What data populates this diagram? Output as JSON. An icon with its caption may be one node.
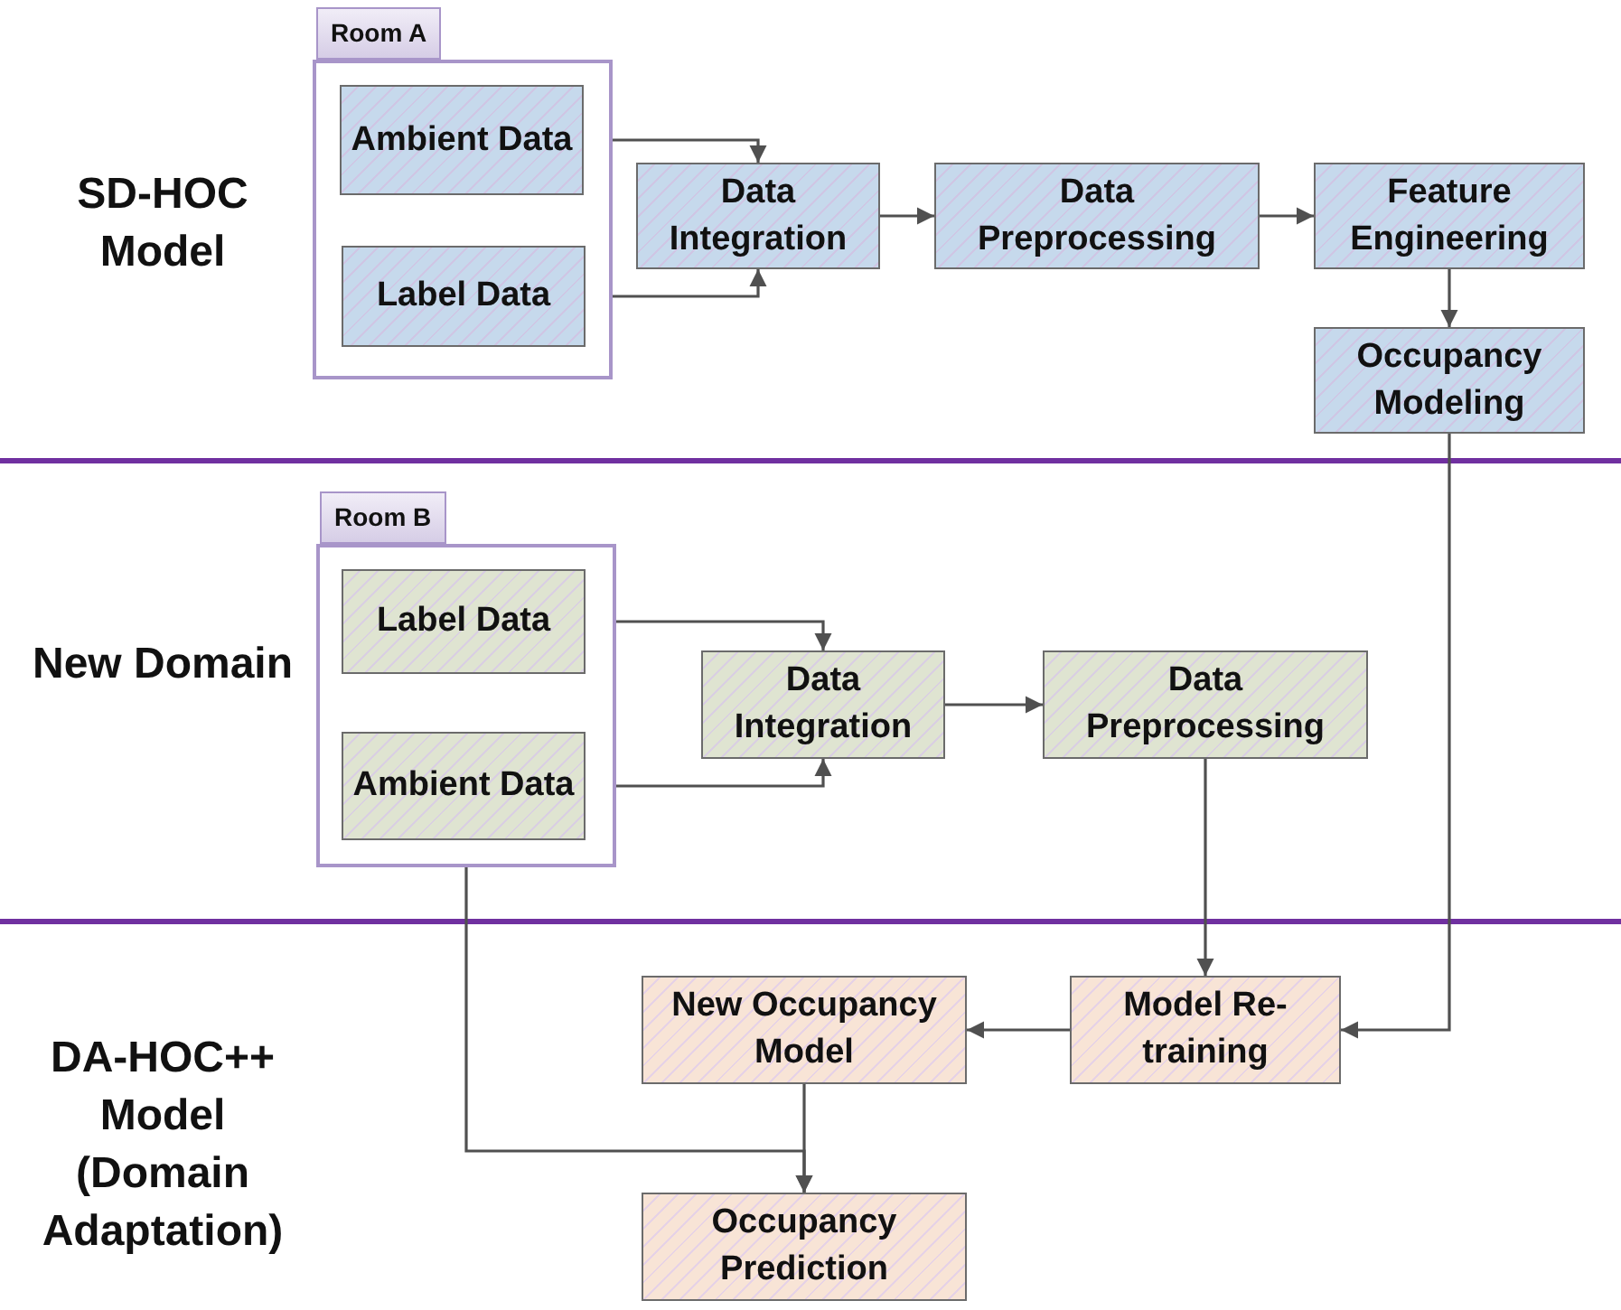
{
  "diagram": {
    "nodes": [
      {
        "text": [
          "Room A"
        ]
      },
      {
        "text": [
          "Ambient Data"
        ],
        "in": 0
      },
      {
        "text": [
          "Label Data"
        ],
        "in": 0
      },
      {
        "text": [
          "Data Integration"
        ]
      },
      {
        "text": [
          "Data Preprocessing"
        ]
      },
      {
        "text": [
          "Feature Engineering"
        ]
      },
      {
        "text": [
          "Occupancy Modeling"
        ]
      },
      {
        "text": [
          "Room B"
        ]
      },
      {
        "text": [
          "Label Data"
        ],
        "in": 7
      },
      {
        "text": [
          "Ambient Data"
        ],
        "in": 7
      },
      {
        "text": [
          "Data Integration"
        ]
      },
      {
        "text": [
          "Data Preprocessing"
        ]
      },
      {
        "text": [
          "Model Re-training"
        ]
      },
      {
        "text": [
          "New Occupancy Model"
        ]
      },
      {
        "text": [
          "Occupancy Prediction"
        ]
      }
    ],
    "edges": [
      {
        "from": 1,
        "to": 3,
        "arrow": "to"
      },
      {
        "from": 2,
        "to": 3,
        "arrow": "to"
      },
      {
        "from": 3,
        "to": 4,
        "arrow": "to"
      },
      {
        "from": 4,
        "to": 5,
        "arrow": "to"
      },
      {
        "from": 5,
        "to": 6,
        "arrow": "to"
      },
      {
        "from": 6,
        "to": 12,
        "arrow": "to"
      },
      {
        "from": 8,
        "to": 10,
        "arrow": "to"
      },
      {
        "from": 9,
        "to": 10,
        "arrow": "to"
      },
      {
        "from": 10,
        "to": 11,
        "arrow": "to"
      },
      {
        "from": 11,
        "to": 12,
        "arrow": "to"
      },
      {
        "from": 12,
        "to": 13,
        "arrow": "to"
      },
      {
        "from": 13,
        "to": 14,
        "arrow": "to"
      },
      {
        "from": 9,
        "to": 14,
        "arrow": "to"
      }
    ],
    "labels": [
      "SD-HOC Model",
      "New Domain",
      "DA-HOC++ Model (Domain Adaptation)"
    ]
  }
}
